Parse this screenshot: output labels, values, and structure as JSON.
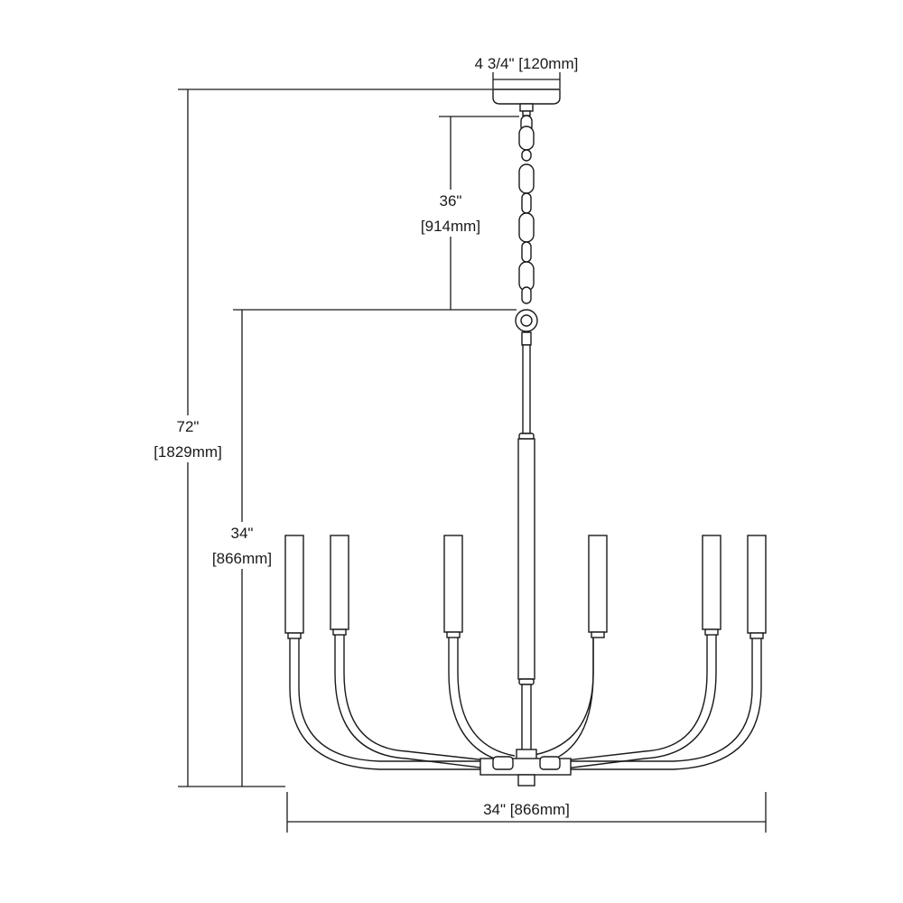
{
  "dimensions": {
    "canopy_width": "4 3/4\" [120mm]",
    "chain_length_in": "36\"",
    "chain_length_mm": "[914mm]",
    "overall_height_in": "72\"",
    "overall_height_mm": "[1829mm]",
    "fixture_height_in": "34\"",
    "fixture_height_mm": "[866mm]",
    "fixture_width": "34\" [866mm]"
  }
}
